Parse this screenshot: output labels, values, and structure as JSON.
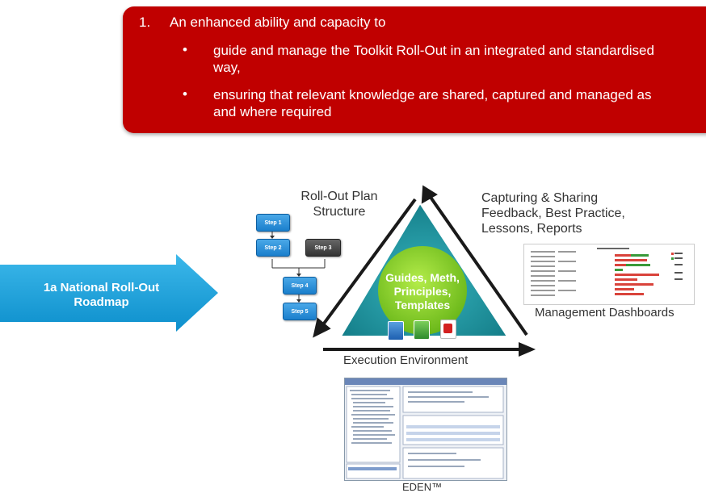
{
  "banner": {
    "number": "1.",
    "lead": "An enhanced ability and capacity to",
    "bullet_char": "•",
    "bullets": [
      "guide and manage the Toolkit Roll-Out in an integrated and standardised way,",
      "ensuring that relevant knowledge are shared, captured and managed as and where required"
    ],
    "color": "#c00000"
  },
  "roadmap": {
    "line1": "1a National Roll-Out",
    "line2": "Roadmap",
    "color": "#1aa3dc"
  },
  "plan": {
    "line1": "Roll-Out Plan",
    "line2": "Structure",
    "steps": [
      "Step 1",
      "Step 2",
      "Step 3",
      "Step 4",
      "Step 5"
    ]
  },
  "capture": {
    "line1": "Capturing & Sharing",
    "line2": "Feedback, Best Practice,",
    "line3": "Lessons, Reports"
  },
  "triangle": {
    "center_lines": [
      "Guides, Meth,",
      "Principles,",
      "Templates"
    ],
    "fill": "#1f9aa6",
    "circle_fill": "#8cd02a"
  },
  "labels": {
    "dashboards": "Management Dashboards",
    "execution": "Execution Environment",
    "eden": "EDEN™"
  }
}
